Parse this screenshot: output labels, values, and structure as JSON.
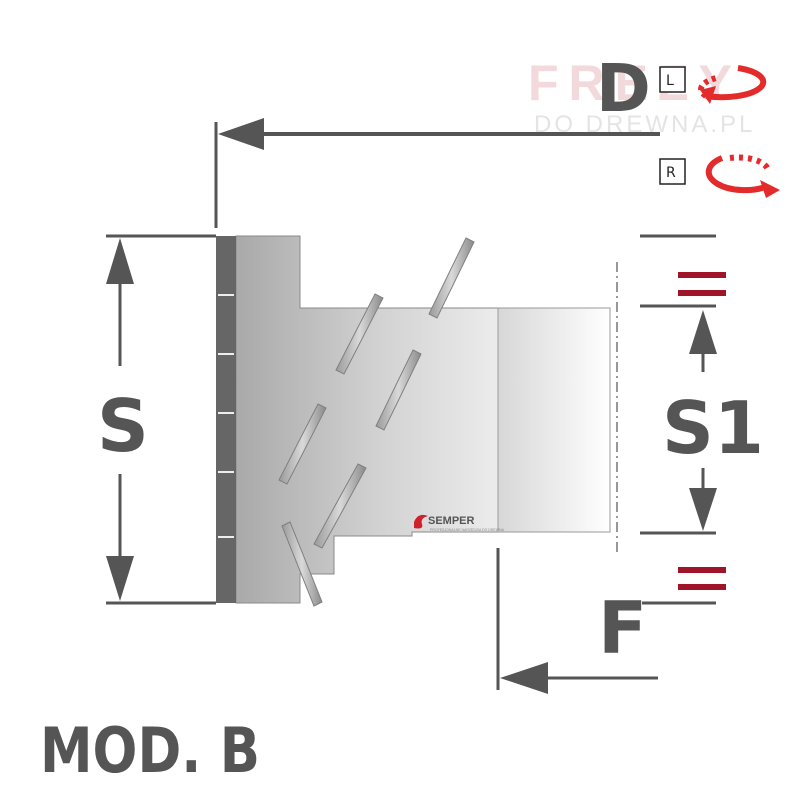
{
  "watermark": {
    "brand": "FREZY",
    "site": "DO DREWNA.PL"
  },
  "labels": {
    "diameter": "D",
    "height": "S",
    "cutting_height": "S1",
    "flange": "F",
    "model": "MOD. B"
  },
  "rotation": {
    "left_label": "L",
    "right_label": "R"
  },
  "logo": {
    "brand": "SEMPER",
    "tagline": "PROFESJONALNE NARZĘDZIA DO DREWNA"
  },
  "colors": {
    "line": "#555555",
    "accent_red": "#a0142a",
    "rotation_red": "#e32b2b",
    "body_gray": "#bdbdbd"
  }
}
